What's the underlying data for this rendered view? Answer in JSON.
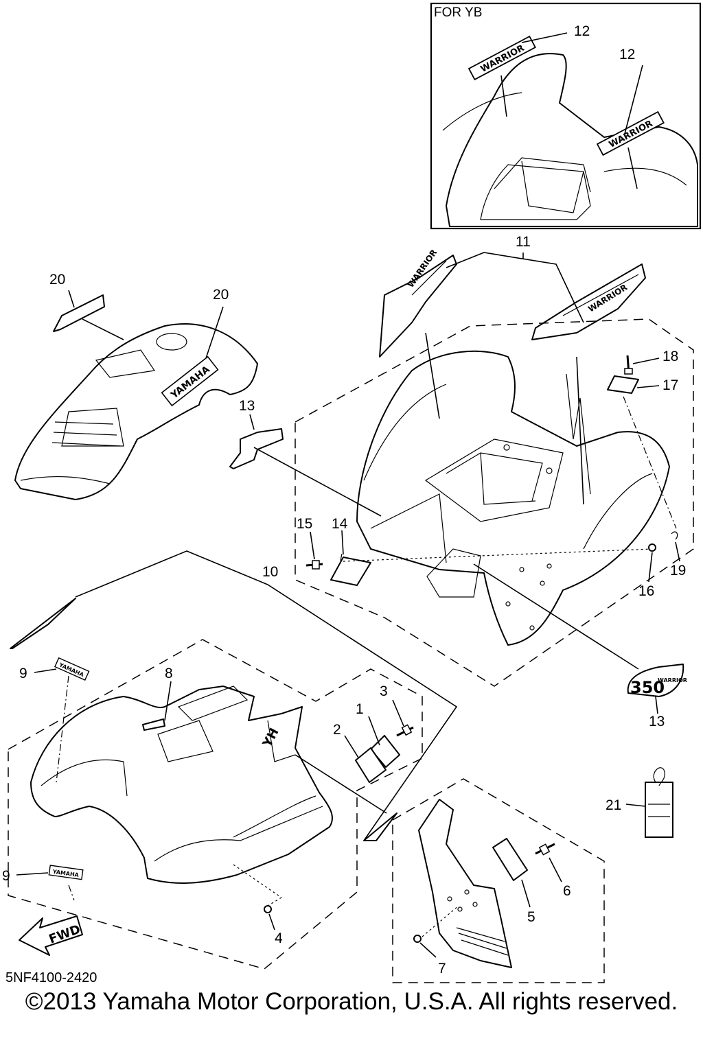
{
  "inset": {
    "label": "FOR YB"
  },
  "callouts": {
    "c1": "1",
    "c2": "2",
    "c3": "3",
    "c4": "4",
    "c5": "5",
    "c6": "6",
    "c7": "7",
    "c8": "8",
    "c9a": "9",
    "c9b": "9",
    "c10": "10",
    "c11": "11",
    "c12a": "12",
    "c12b": "12",
    "c13a": "13",
    "c13b": "13",
    "c14": "14",
    "c15": "15",
    "c16": "16",
    "c17": "17",
    "c18": "18",
    "c19": "19",
    "c20a": "20",
    "c20b": "20",
    "c21": "21"
  },
  "decals": {
    "brand": "YAMAHA",
    "model": "WARRIOR",
    "badge_number": "350",
    "badge_text": "WARRIOR"
  },
  "direction_arrow": {
    "label": "FWD"
  },
  "footer": {
    "code": "5NF4100-2420",
    "copyright": "©2013 Yamaha Motor Corporation, U.S.A. All rights reserved."
  }
}
